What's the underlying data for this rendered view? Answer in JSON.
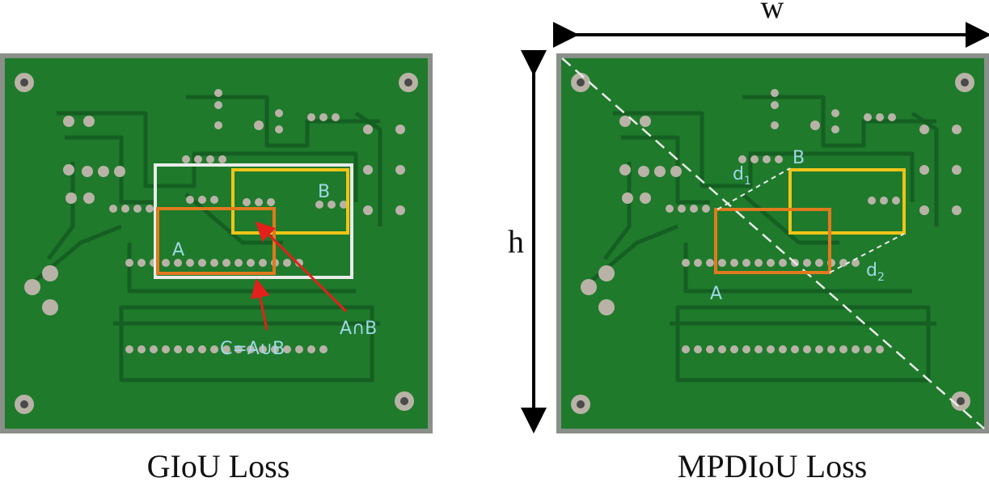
{
  "left_panel": {
    "caption": "GIoU Loss",
    "label_a": "A",
    "label_b": "B",
    "label_union": "C=A∪B",
    "label_intersection": "A∩B"
  },
  "right_panel": {
    "caption": "MPDIoU Loss",
    "label_a": "A",
    "label_b": "B",
    "label_d1": "d",
    "label_d1_sub": "1",
    "label_d2": "d",
    "label_d2_sub": "2",
    "label_w": "w",
    "label_h": "h"
  },
  "colors": {
    "board": "#1f7a2c",
    "board_edge": "#8a8f8a",
    "trace": "#155f22",
    "pad": "#b9b3a7",
    "box_a": "#e07a1f",
    "box_b": "#f0c419",
    "box_c": "#e8ece8",
    "arrow_red": "#e3201b",
    "label_cyan": "#9fd8e6"
  }
}
